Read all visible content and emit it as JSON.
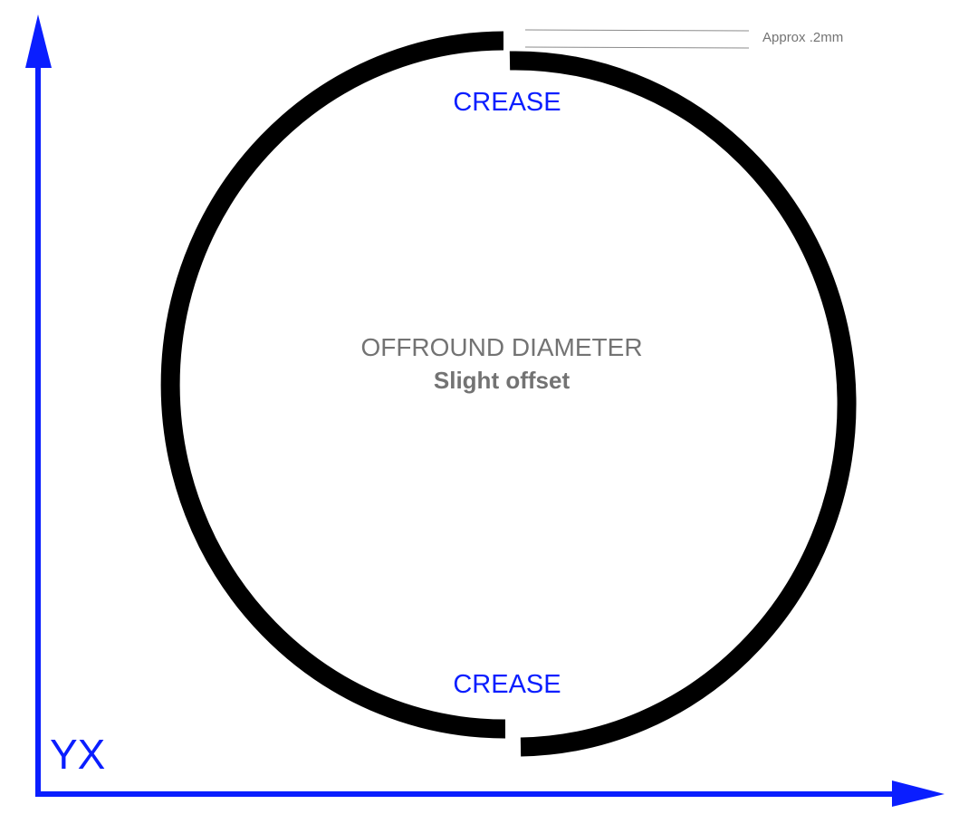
{
  "diagram": {
    "title": "OFFROUND DIAMETER",
    "subtitle": "Slight offset",
    "crease_top_label": "CREASE",
    "crease_bottom_label": "CREASE",
    "gap_annotation": "Approx .2mm",
    "axis_label": "YX",
    "colors": {
      "axis": "#0a1eff",
      "ring": "#000000",
      "annotation": "#737373",
      "guide_line": "#8c8c8c"
    }
  }
}
